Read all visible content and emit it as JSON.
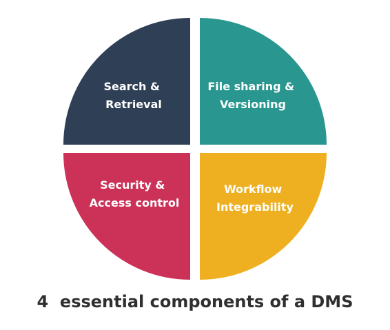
{
  "diagram": {
    "title": "4  essential components of a DMS",
    "quadrants": [
      {
        "position": "top-left",
        "lines": [
          "Search &",
          "Retrieval"
        ],
        "color": "#2f3f55"
      },
      {
        "position": "top-right",
        "lines": [
          "File sharing &",
          "Versioning"
        ],
        "color": "#2a9690"
      },
      {
        "position": "bottom-left",
        "lines": [
          "Security &",
          "Access control"
        ],
        "color": "#cc3158"
      },
      {
        "position": "bottom-right",
        "lines": [
          "Workflow",
          "Integrability"
        ],
        "color": "#eeb020"
      }
    ]
  }
}
